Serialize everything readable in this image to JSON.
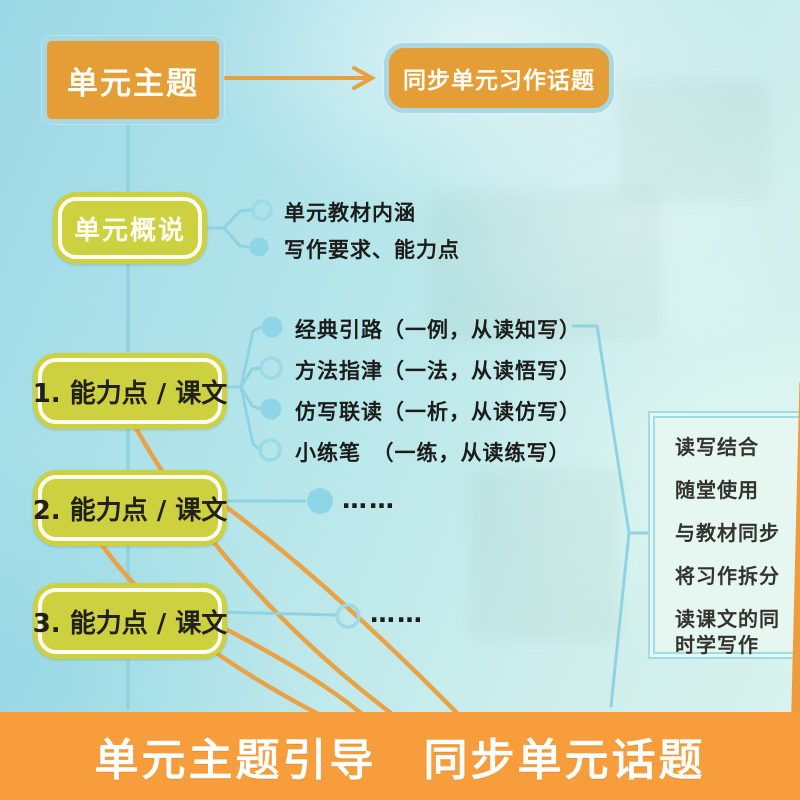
{
  "diagram": {
    "root_box": {
      "label": "单元主题"
    },
    "sync_box": {
      "label": "同步单元习作话题"
    },
    "overview": {
      "label": "单元概说",
      "items": [
        {
          "text": "单元教材内涵",
          "bullet": "hollow"
        },
        {
          "text": "写作要求、能力点",
          "bullet": "filled"
        }
      ]
    },
    "sections": [
      {
        "label": "1. 能力点 / 课文",
        "items": [
          {
            "text": "经典引路（一例，从读知写）",
            "bullet": "filled"
          },
          {
            "text": "方法指津（一法，从读悟写）",
            "bullet": "hollow"
          },
          {
            "text": "仿写联读（一析，从读仿写）",
            "bullet": "filled"
          },
          {
            "text": "小练笔　（一练，从读练写）",
            "bullet": "hollow"
          }
        ]
      },
      {
        "label": "2. 能力点 / 课文",
        "items": [
          {
            "text": "……",
            "bullet": "filled"
          }
        ]
      },
      {
        "label": "3. 能力点 / 课文",
        "items": [
          {
            "text": "……",
            "bullet": "hollow"
          }
        ]
      }
    ],
    "benefits_panel": {
      "lines": [
        "读写结合",
        "随堂使用",
        "与教材同步",
        "将习作拆分",
        "读课文的同时学写作"
      ]
    }
  },
  "banner": {
    "text": "单元主题引导　同步单元话题"
  },
  "colors": {
    "accent_orange": "#e59d36",
    "banner_orange": "#f79d3b",
    "capsule_yellow": "#cdd140",
    "line_blue": "#8fd3e2",
    "panel_bg": "#e6f6f1",
    "sky_top": "#b3e5ea",
    "text_dark": "#1c1c1a"
  }
}
